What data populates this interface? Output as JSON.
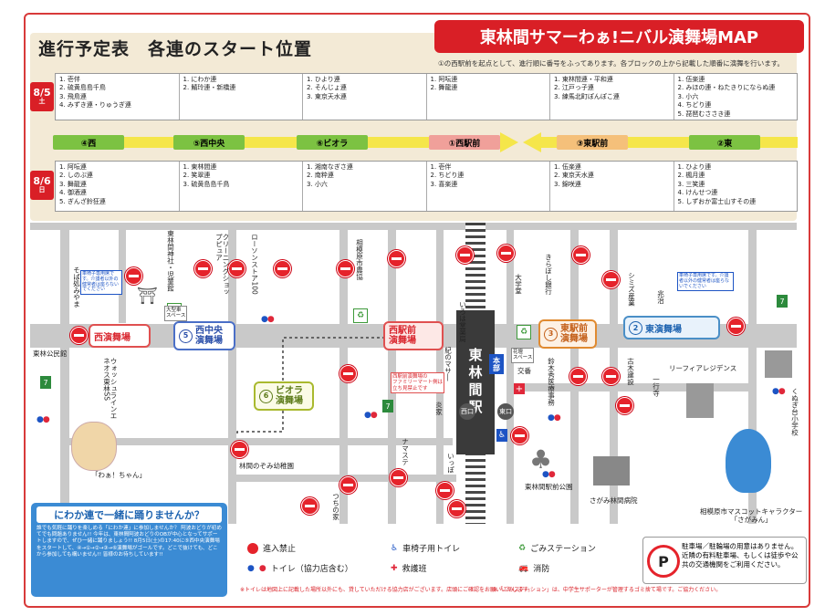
{
  "title": "東林間サマーわぁ!ニバル演舞場MAP",
  "schedule": {
    "heading": "進行予定表　各連のスタート位置",
    "note": "①の西駅前を起点として、進行順に番号をふってあります。各ブロックの上から記載した順番に演舞を行います。",
    "day1": {
      "label": "8/5",
      "weekday": "土",
      "cols": [
        [
          "1. 壱伴",
          "2. 硫黄島島千鳥",
          "3. 飛鳥連",
          "4. みずき連・りゅうぎ連"
        ],
        [
          "1. にわか連",
          "2. 鯖玲連・新橋連"
        ],
        [
          "1. ひより連",
          "2. そんじょ連",
          "3. 東京天水連"
        ],
        [
          "1. 阿呍連",
          "2. 舞龍連"
        ],
        [
          "1. 東林間連・平和連",
          "2. 江戸っ子連",
          "3. 練馬北町ぽんぽこ連"
        ],
        [
          "1. 伍楽連",
          "2. みほの連・ねたきりにならぬ連",
          "3. 小六",
          "4. ちどり連",
          "5. 琵琶むささき連"
        ]
      ]
    },
    "day2": {
      "label": "8/6",
      "weekday": "日",
      "cols": [
        [
          "1. 阿呍連",
          "2. しのぶ連",
          "3. 舞龍連",
          "4. 御酒連",
          "5. ぎんざ鈴狂連"
        ],
        [
          "1. 東林間連",
          "2. 笑翠連",
          "3. 硫黄島島千鳥"
        ],
        [
          "1. 湘南なぎさ連",
          "2. 南粋連",
          "3. 小六"
        ],
        [
          "1. 壱伴",
          "2. ちどり連",
          "3. 喜楽連"
        ],
        [
          "1. 伍楽連",
          "2. 東京天水連",
          "3. 錦咲連"
        ],
        [
          "1. ひより連",
          "2. 楓月連",
          "3. 三笑連",
          "4. けんせつ連",
          "5. しずおか富士山すその連"
        ]
      ]
    },
    "bands": [
      {
        "label": "④西",
        "color": "#7cc242"
      },
      {
        "label": "⑤西中央",
        "color": "#7cc242"
      },
      {
        "label": "⑥ビオラ",
        "color": "#f5e64a"
      },
      {
        "label": "①西駅前",
        "color": "#f0a09a"
      },
      {
        "label": "③東駅前",
        "color": "#f5c07a"
      },
      {
        "label": "②東",
        "color": "#7cc242"
      }
    ]
  },
  "stages": {
    "west": "西演舞場",
    "west_center": "西中央\n演舞場",
    "viola": "ビオラ\n演舞場",
    "west_station": "西駅前\n演舞場",
    "east_station": "東駅前\n演舞場",
    "east": "東演舞場",
    "num_west_center": "5",
    "num_viola": "6",
    "num_east_station": "3",
    "num_east": "2"
  },
  "places": {
    "station": "東林間駅",
    "nishiguchi": "西口",
    "higashiguchi": "東口",
    "honbu": "本部",
    "koban": "交番",
    "park": "東林間駅前公園",
    "hospital": "さがみ林間病院",
    "mascot_name": "相模原市マスコットキャラクター\n「さがみん」",
    "wachan": "「わぁ！ちゃん」",
    "kominkan": "東林公民館",
    "eneos": "ウォッシュラインエネオス東林SS",
    "hoikuen": "林間のぞみ幼稚園",
    "tsuchinoka": "つちの家",
    "namaste": "ナマステ",
    "ippo": "いっぽ",
    "eikyu": "炎家",
    "kinomasa": "紀のマサ―",
    "iroha": "いろは堂薬局",
    "nokyo": "相模原市農協",
    "lawson": "ローソンストア100",
    "cleaning": "クリーニングショップピュア",
    "jinja": "東林間神社・児童館",
    "soba": "そば処みやま",
    "kirabosi": "きらぼし銀行",
    "daigaku": "大学堂",
    "shimizu": "シミズ産業",
    "zhaoji": "兆治",
    "furuki": "古木建設",
    "suzuki": "鈴木秀医療事務",
    "ichigyo": "一行寺",
    "leaf": "リーフィアレジデンス",
    "kugedai": "くぬぎ台小学校",
    "wheelchair_space": "大型車\nスペース",
    "flower_space": "花壇\nスペース",
    "family_note": "西駅前演舞場の\nファミリーマート側は\n立ち見禁止です",
    "wheelchair_note_w": "車椅子専用席です。介護者以外の健常者は座らないでください",
    "wheelchair_note_e": "車椅子専用席です。介護者以外の健常者は座らないでください"
  },
  "invite": {
    "heading": "にわか連で一緒に踊りませんか？",
    "body": "誰でも気軽に踊りを楽しめる「にわか連」に参加しませんか？ 阿波おどりが初めてでも問題ありません!! 今年は、東林間阿波おどりのOBが中心となってサポートしますので、ぜひ一緒に踊りましょう!! 8月5日(土)の17:40に⑤西中央演舞場をスタートして、④→①→②→③→⑥演舞場がゴールです。どこで抜けても、どこから参加しても構いません!! 皆様のお待ちしています!!"
  },
  "legend": {
    "noentry": "進入禁止",
    "wheelchair_toilet": "車椅子用トイレ",
    "garbage": "ごみステーション",
    "toilet": "トイレ（協力店含む）",
    "first_aid": "救護班",
    "fire": "消防",
    "parking": "駐車場／駐輪場の用意はありません。近隣の有料駐車場、もしくは徒歩や公共の交通機関をご利用ください。"
  },
  "footnotes": {
    "left": "※トイレは地図上に記載した場所以外にも、貸していただける協力店がございます。店頭にご確認をお願いいたします。",
    "right": "※「ごみステーション」は、中学生サポーターが管理するゴミ捨て場です。ご協力ください。"
  }
}
